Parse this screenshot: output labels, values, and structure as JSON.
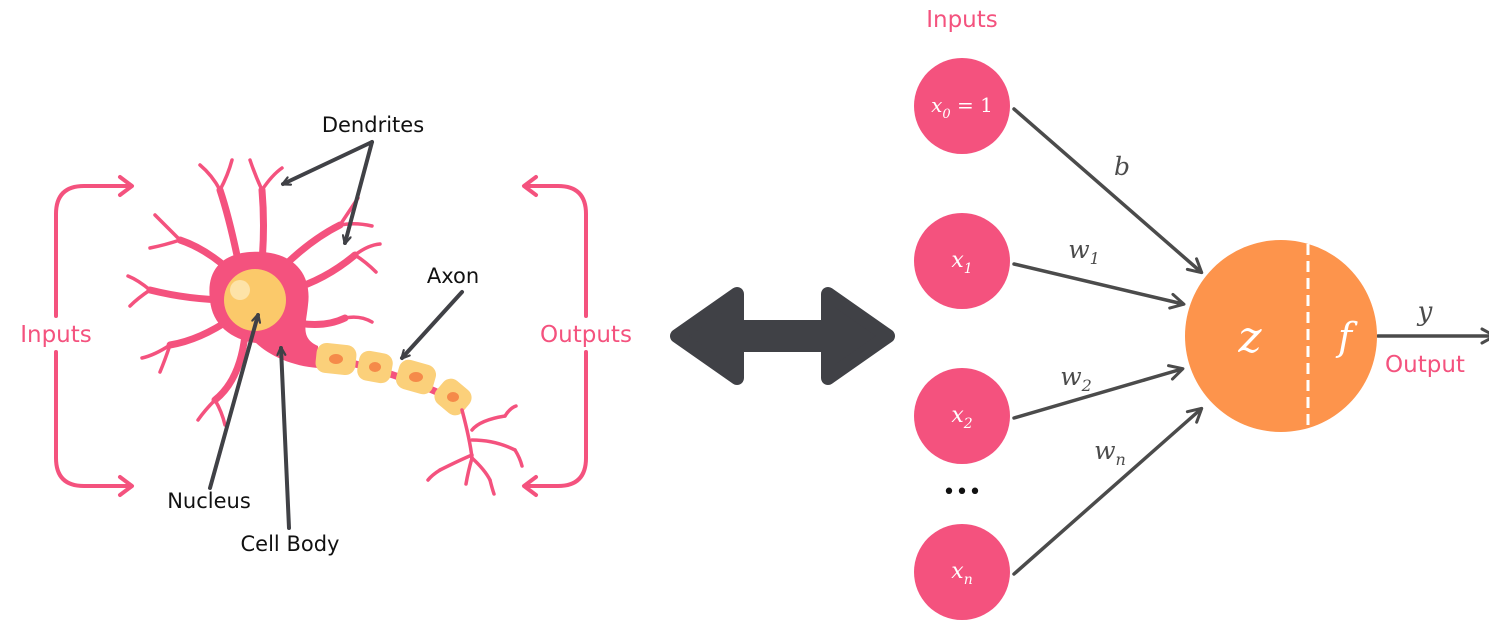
{
  "colors": {
    "pink": "#f4527e",
    "pink_light": "#f7749a",
    "orange": "#fd944c",
    "nucleus": "#fbc96a",
    "axon_sheath": "#fbd07a",
    "arrow_dark": "#404146",
    "line_gray": "#4b4b4b",
    "text": "#111111"
  },
  "biological": {
    "labels": {
      "dendrites": "Dendrites",
      "axon": "Axon",
      "nucleus": "Nucleus",
      "cell_body": "Cell Body",
      "inputs": "Inputs",
      "outputs": "Outputs"
    }
  },
  "artificial": {
    "inputs_heading": "Inputs",
    "output_label": "Output",
    "ellipsis": "•••",
    "nodes": [
      {
        "base": "x",
        "sub": "0",
        "suffix": " = 1"
      },
      {
        "base": "x",
        "sub": "1",
        "suffix": ""
      },
      {
        "base": "x",
        "sub": "2",
        "suffix": ""
      },
      {
        "base": "x",
        "sub": "n",
        "suffix": ""
      }
    ],
    "weights": [
      {
        "base": "b",
        "sub": ""
      },
      {
        "base": "w",
        "sub": "1"
      },
      {
        "base": "w",
        "sub": "2"
      },
      {
        "base": "w",
        "sub": "n"
      }
    ],
    "neuron": {
      "z": "z",
      "f": "f"
    },
    "output_symbol": "y"
  },
  "icons": {
    "bidirectional": "double-arrow-icon"
  }
}
